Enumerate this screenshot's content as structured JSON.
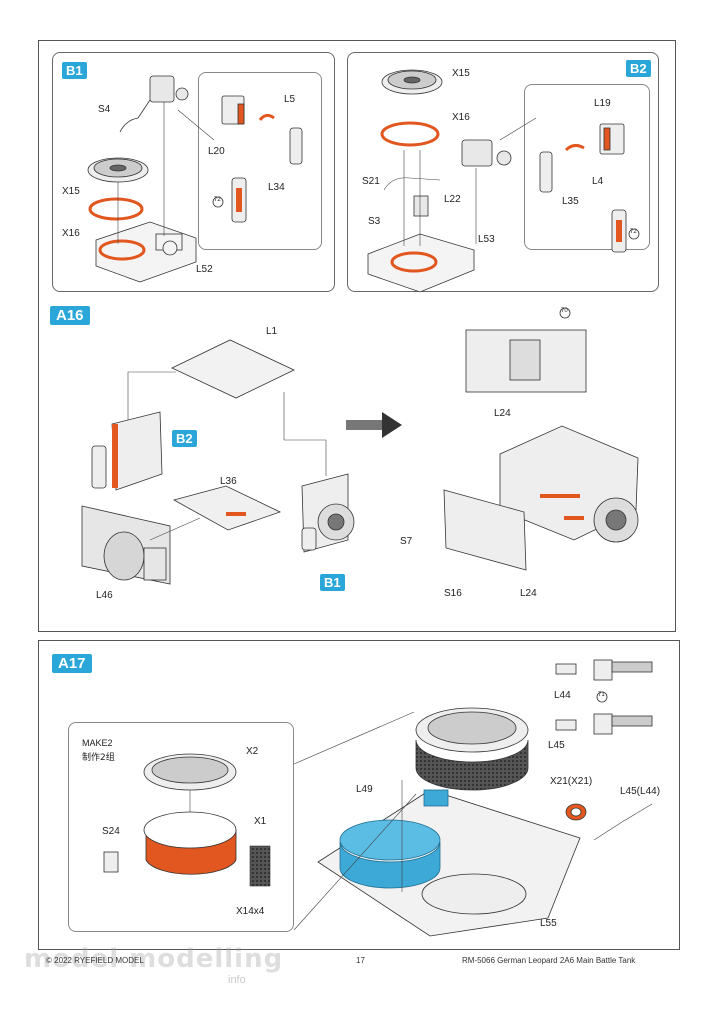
{
  "steps": {
    "b1": {
      "tag": "B1",
      "labels": [
        "S4",
        "L5",
        "L20",
        "X15",
        "L34",
        "X16",
        "L52"
      ],
      "circle": "72"
    },
    "b2": {
      "tag": "B2",
      "labels": [
        "X15",
        "X16",
        "L19",
        "S21",
        "L4",
        "L22",
        "L35",
        "S3",
        "L53"
      ],
      "circle": "72"
    },
    "a16": {
      "tag": "A16",
      "subtag_b2": "B2",
      "subtag_b1": "B1",
      "labels": [
        "L1",
        "L36",
        "L46",
        "L24",
        "S7",
        "S16",
        "L24"
      ],
      "circle": "70"
    },
    "a17": {
      "tag": "A17",
      "make_title": "MAKE2",
      "make_cn": "制作2组",
      "labels": [
        "X2",
        "X1",
        "S24",
        "X14x4",
        "L44",
        "L45",
        "L49",
        "X21(X21)",
        "L45(L44)",
        "L55"
      ],
      "circle": "71"
    }
  },
  "footer": {
    "copyright": "© 2022 RYEFIELD MODEL",
    "page": "17",
    "title": "RM-5066 German Leopard 2A6 Main Battle Tank"
  },
  "watermark": {
    "main": "model modelling",
    "sub": "info"
  },
  "colors": {
    "accent": "#2aa6d8",
    "highlight": "#e2571f",
    "blue_part": "#3da9d6"
  }
}
